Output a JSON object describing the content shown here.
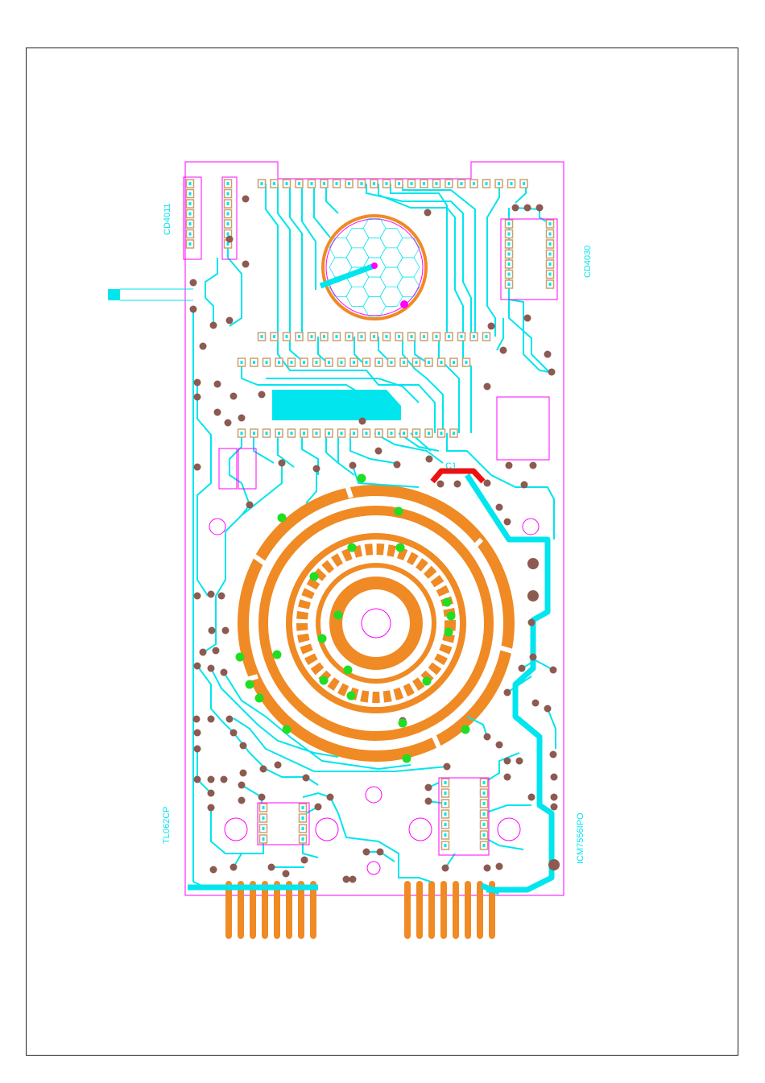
{
  "board": {
    "labels": {
      "ic_top_left": "CD4011",
      "ic_top_right": "CD4030",
      "ic_bottom_left": "TL062CP",
      "ic_bottom_right": "ICM7556IPO",
      "cap_label": "C1"
    }
  },
  "colors": {
    "outline": "#ff00ff",
    "trace": "#00e5ee",
    "copper": "#f08a24",
    "via": "#8c5a50",
    "contact": "#22dd22",
    "highlight": "#ee1111",
    "frame": "#222222"
  },
  "counts": {
    "top_header_pins": 22,
    "middle_row_pins": 19,
    "bottom_chip_pins": 18,
    "edge_fingers_per_group": 8
  }
}
